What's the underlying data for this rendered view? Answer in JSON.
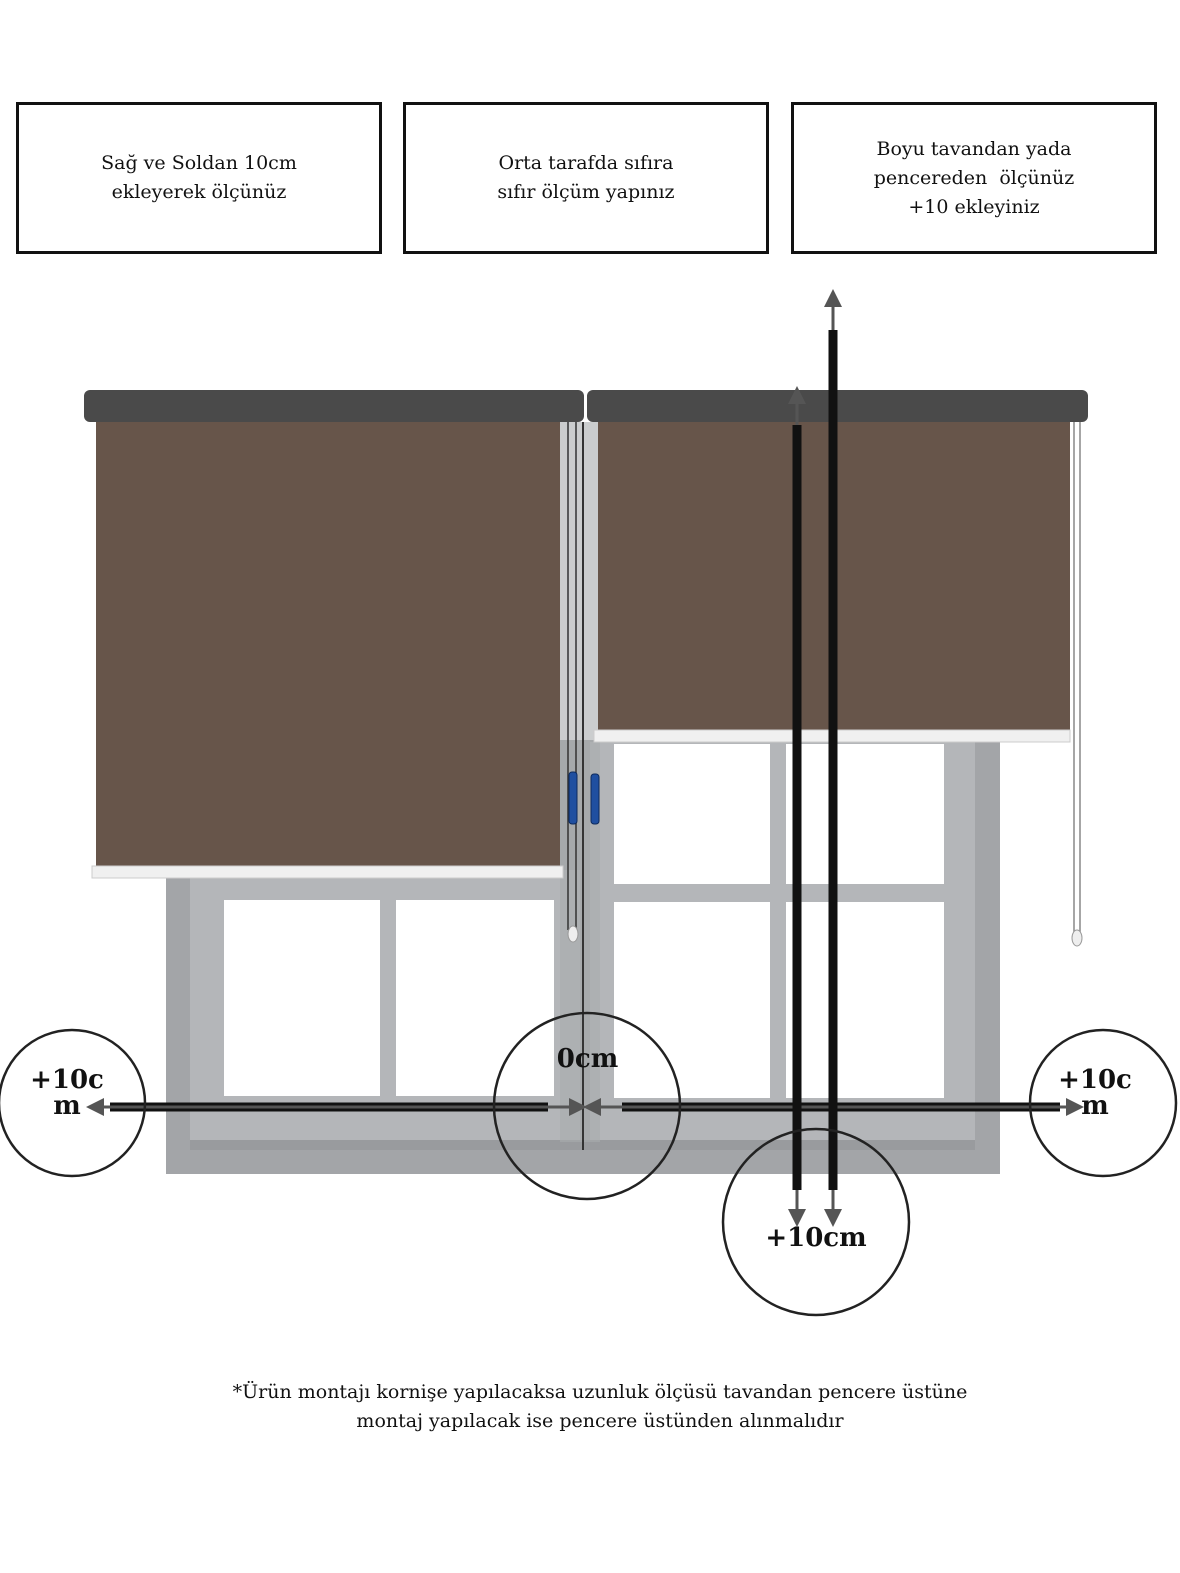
{
  "instruction_boxes": [
    {
      "lines": [
        "Sağ ve Soldan 10cm",
        "ekleyerek ölçünüz"
      ]
    },
    {
      "lines": [
        "Orta tarafda sıfıra",
        "sıfır ölçüm yapınız"
      ]
    },
    {
      "lines": [
        "Boyu tavandan yada",
        "pencereden  ölçünüz",
        "+10 ekleyiniz"
      ]
    }
  ],
  "measure_labels": {
    "left": [
      "+10c",
      "m"
    ],
    "center": "0cm",
    "right": [
      "+10c",
      "m"
    ],
    "bottom": "+10cm"
  },
  "footnote": [
    "*Ürün montajı kornişe yapılacaksa uzunluk ölçüsü  tavandan pencere üstüne",
    "montaj yapılacak ise pencere üstünden alınmalıdır"
  ],
  "colors": {
    "fabric": "#67554a",
    "rail": "#4a4a4a",
    "frame": "#a7a9ac",
    "handle": "#1f4fa0"
  }
}
